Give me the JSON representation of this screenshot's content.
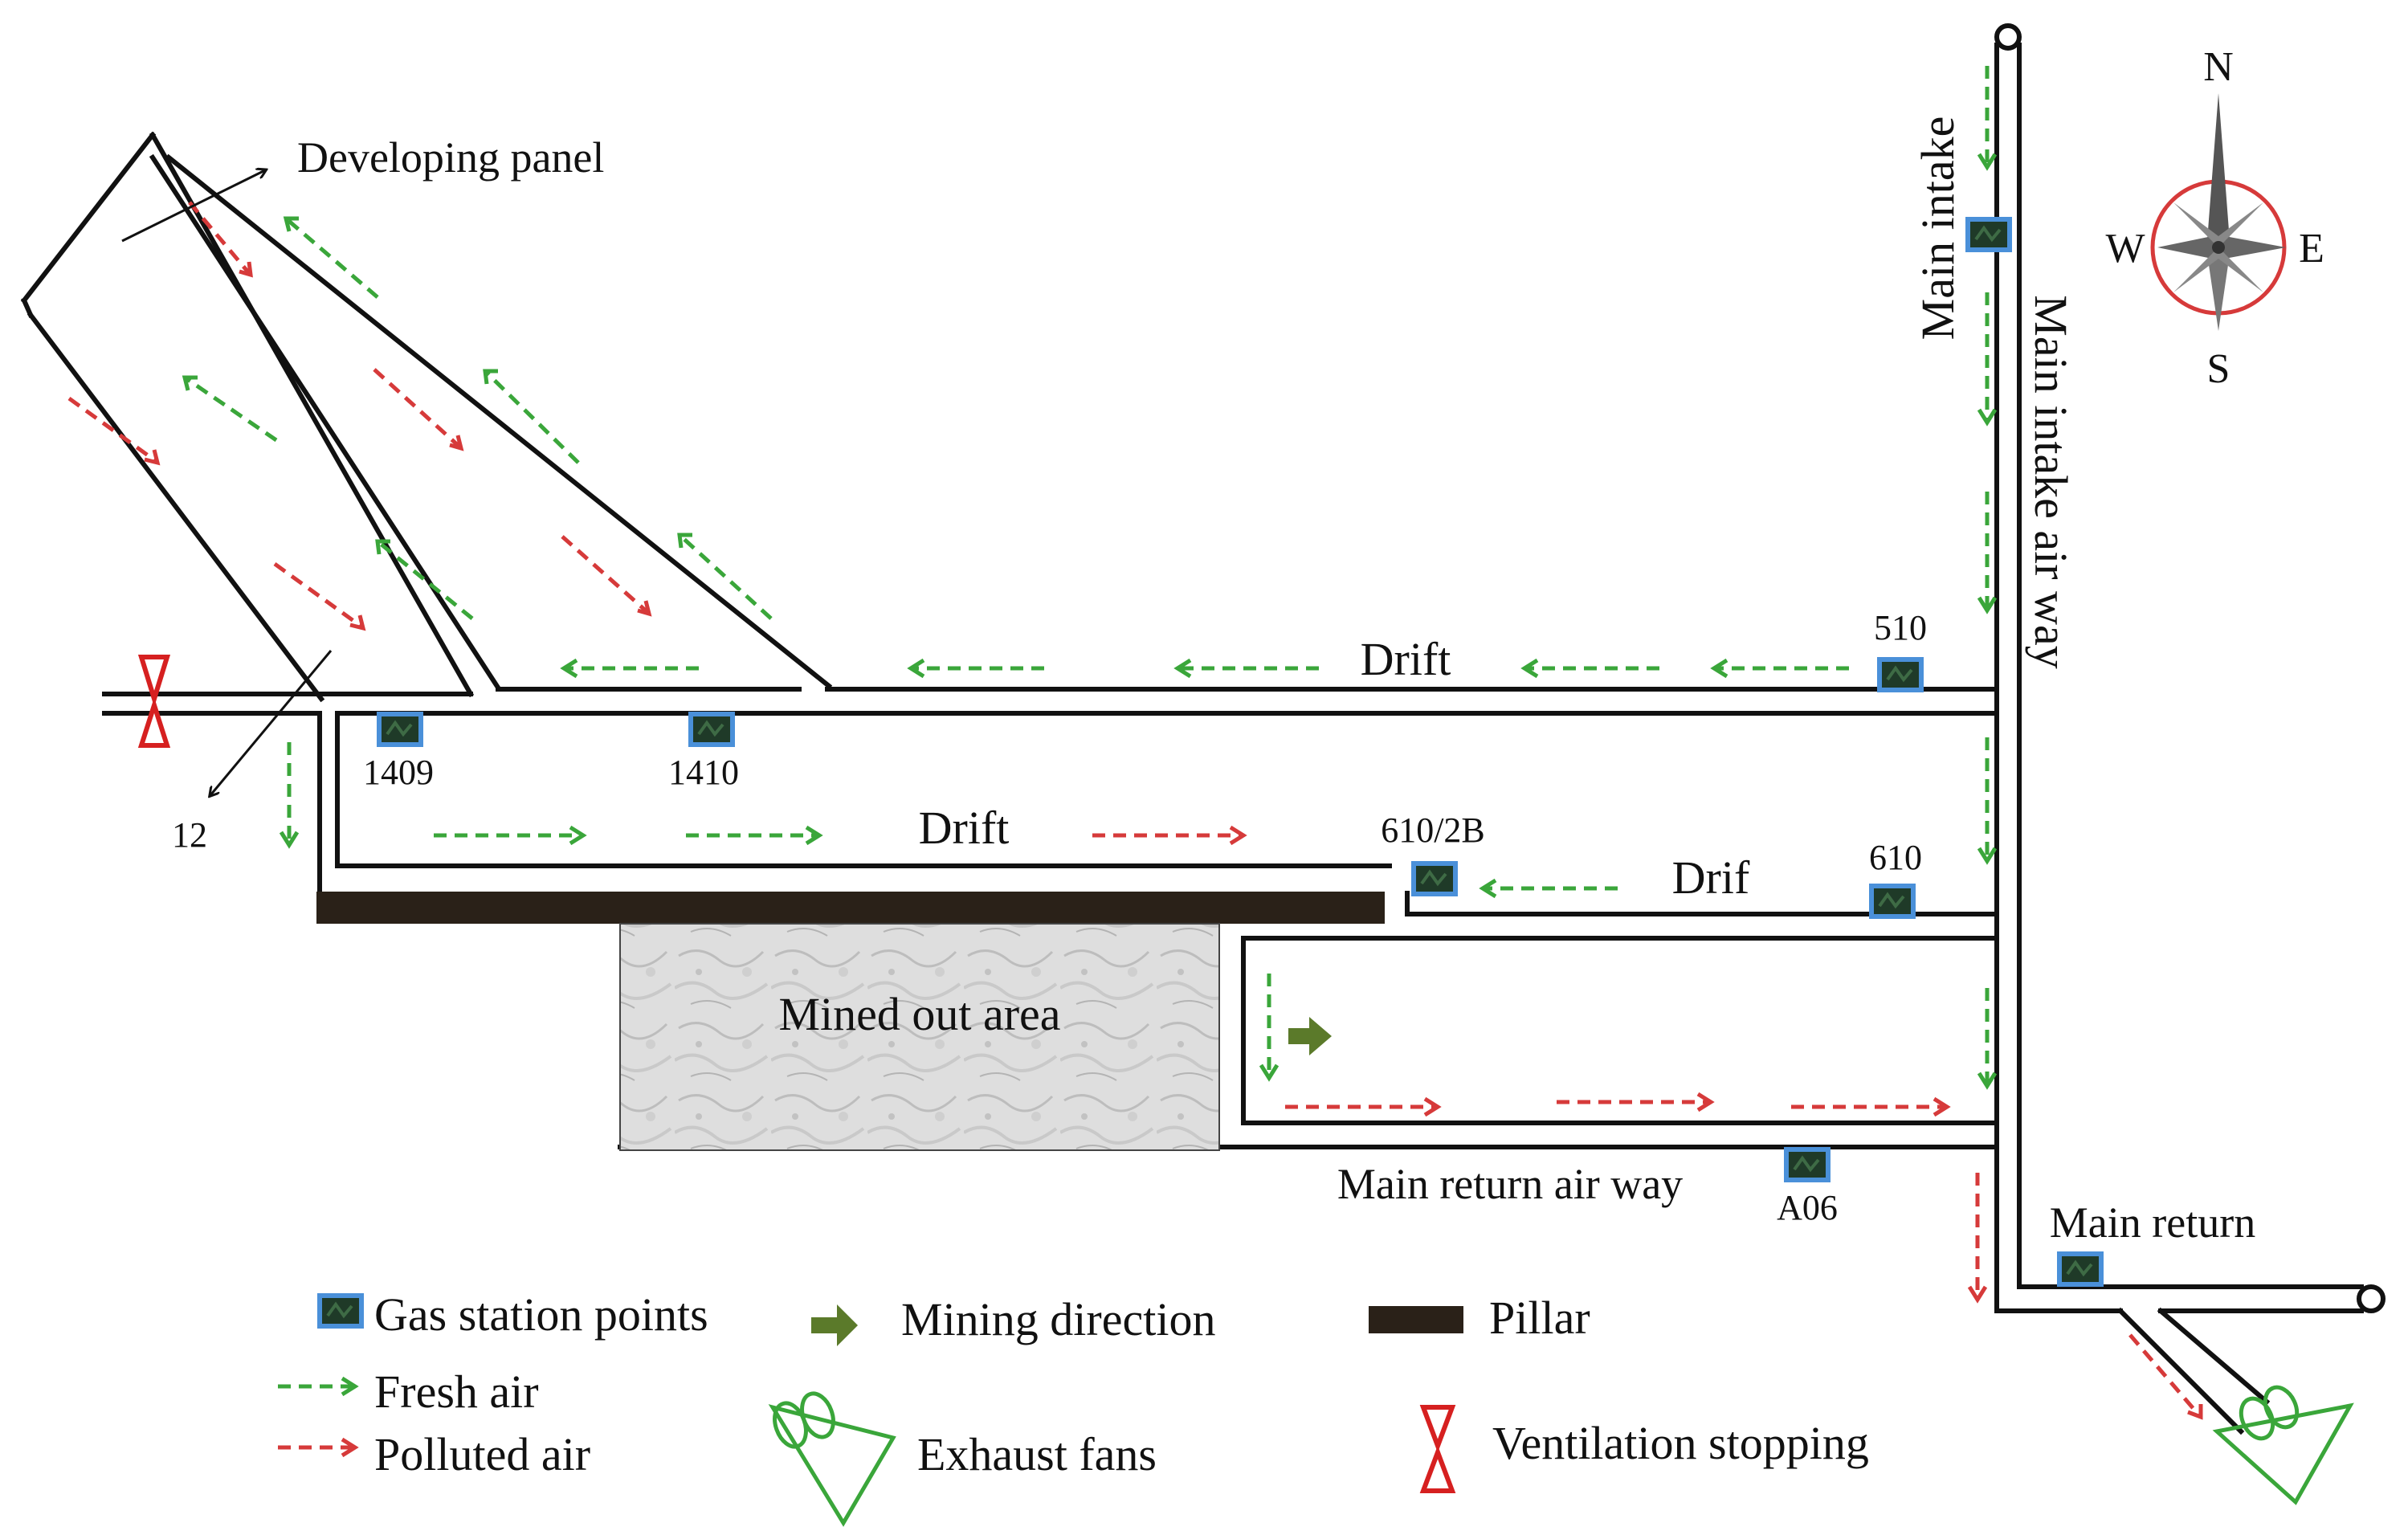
{
  "labels": {
    "developing_panel": "Developing panel",
    "main_intake": "Main intake",
    "main_intake_air_way": "Main intake air way",
    "drift_upper": "Drift",
    "drift_middle": "Drift",
    "drif_lower": "Drif",
    "mined_out_area": "Mined out area",
    "main_return_air_way": "Main return air way",
    "main_return": "Main return",
    "label_12": "12"
  },
  "stations": [
    "510",
    "1409",
    "1410",
    "610/2B",
    "610",
    "A06"
  ],
  "compass": {
    "n": "N",
    "s": "S",
    "e": "E",
    "w": "W"
  },
  "legend": {
    "gas_station_points": "Gas station points",
    "mining_direction": "Mining direction",
    "pillar": "Pillar",
    "fresh_air": "Fresh air",
    "polluted_air": "Polluted air",
    "exhaust_fans": "Exhaust fans",
    "ventilation_stopping": "Ventilation stopping"
  },
  "colors": {
    "fresh_air": "#3aa63a",
    "polluted_air": "#d63a3a",
    "station_border": "#4a90d9",
    "station_fill": "#1f3a28",
    "pillar": "#2a2118",
    "mining_arrow": "#5b7a2a",
    "fan": "#3aa63a",
    "stopping": "#d62020",
    "compass_ring": "#d63a3a"
  }
}
